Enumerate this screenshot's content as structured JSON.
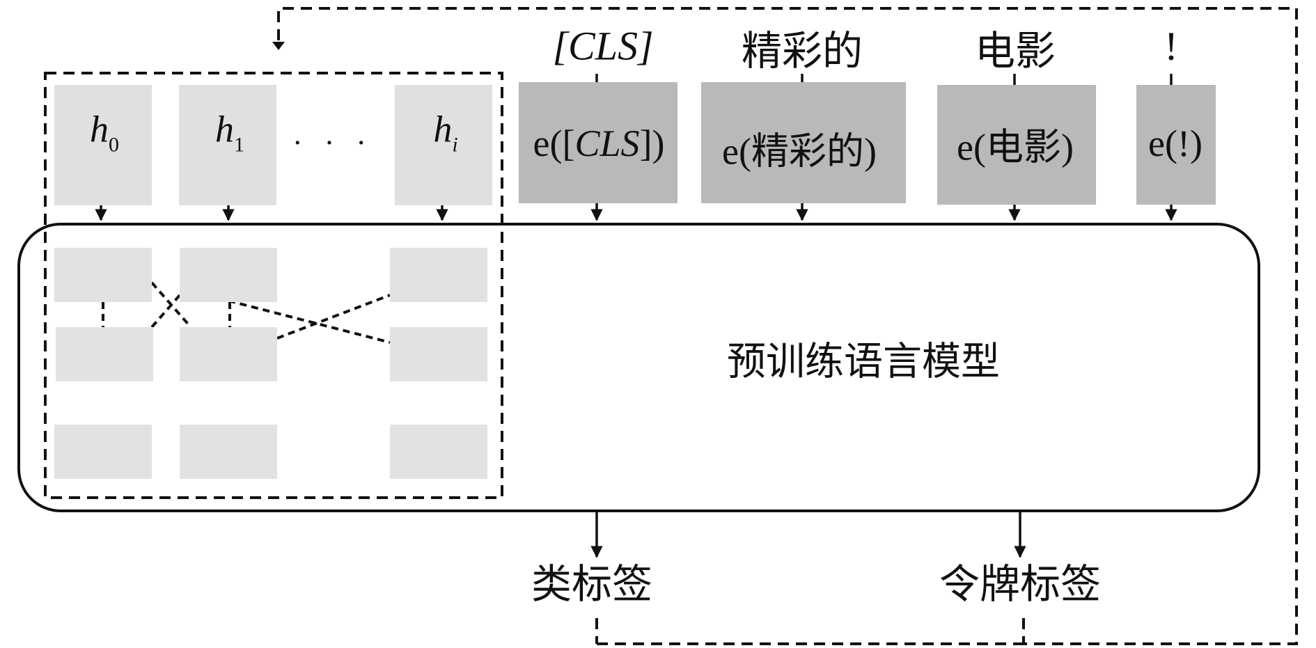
{
  "input_tokens": {
    "cls": "[CLS]",
    "jingcaide": "精彩的",
    "dianying": "电影",
    "excl": "!"
  },
  "embeddings": {
    "prefix": "e(",
    "suffix": ")",
    "cls_open": "e([",
    "cls_mid": "CLS",
    "cls_close": "])",
    "jingcaide": "e(精彩的)",
    "dianying": "e(电影)",
    "excl": "e(!)"
  },
  "prompt_states": {
    "h0_base": "h",
    "h0_sub": "0",
    "h1_base": "h",
    "h1_sub": "1",
    "ellipsis": "· · ·",
    "hi_base": "h",
    "hi_sub": "i"
  },
  "model_label": "预训练语言模型",
  "outputs": {
    "class_label": "类标签",
    "token_label": "令牌标签"
  },
  "colors": {
    "prompt_box": "#e0e0e0",
    "embedding_box": "#b9b9b9",
    "stroke": "#111111"
  }
}
